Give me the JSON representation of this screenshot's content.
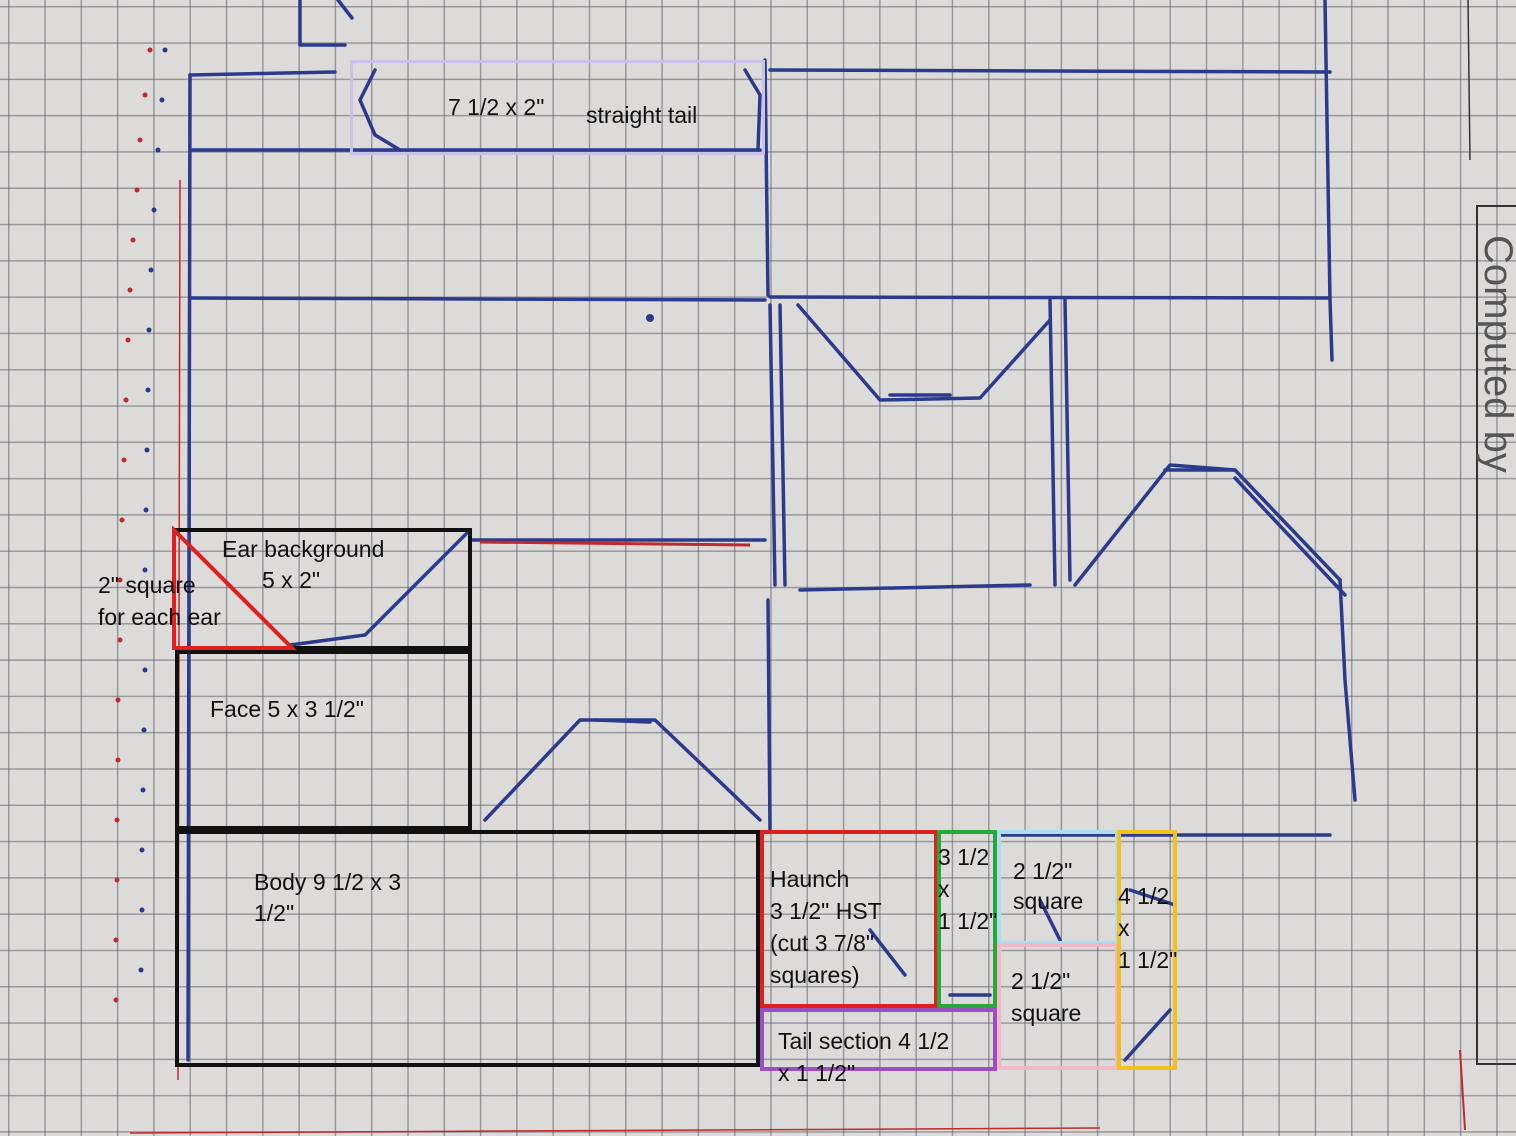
{
  "labels": {
    "straight_tail": {
      "dim": "7 1/2 x 2\"",
      "name": "straight tail"
    },
    "ear_background": [
      "Ear background",
      "5 x 2\""
    ],
    "ear_square": [
      "2\" square",
      "for each ear"
    ],
    "face": "Face 5 x 3 1/2\"",
    "body": [
      "Body 9 1/2 x 3",
      "1/2\""
    ],
    "haunch": [
      "Haunch",
      "3 1/2\" HST",
      "(cut 3 7/8\"",
      "squares)"
    ],
    "strip_3x1": [
      "3 1/2",
      "x",
      "1 1/2\""
    ],
    "square_top": [
      "2 1/2\"",
      "square"
    ],
    "square_bottom": [
      "2 1/2\"",
      "square"
    ],
    "strip_4x1": [
      "4 1/2",
      "x",
      "1 1/2\""
    ],
    "tail_section": [
      "Tail section 4 1/2",
      "x 1 1/2\""
    ]
  },
  "side_note": "Computed by",
  "colors": {
    "ink": "#2b3a8c",
    "red_margin": "#c02a2a",
    "outline_black": "#111111",
    "outline_red": "#e0201e",
    "outline_lavender": "#c9c2e6",
    "outline_green": "#27a83a",
    "outline_lightblue": "#aedcf0",
    "outline_pink": "#f3b8c8",
    "outline_yellow": "#f2c21c",
    "outline_purple": "#9b4fc0"
  }
}
